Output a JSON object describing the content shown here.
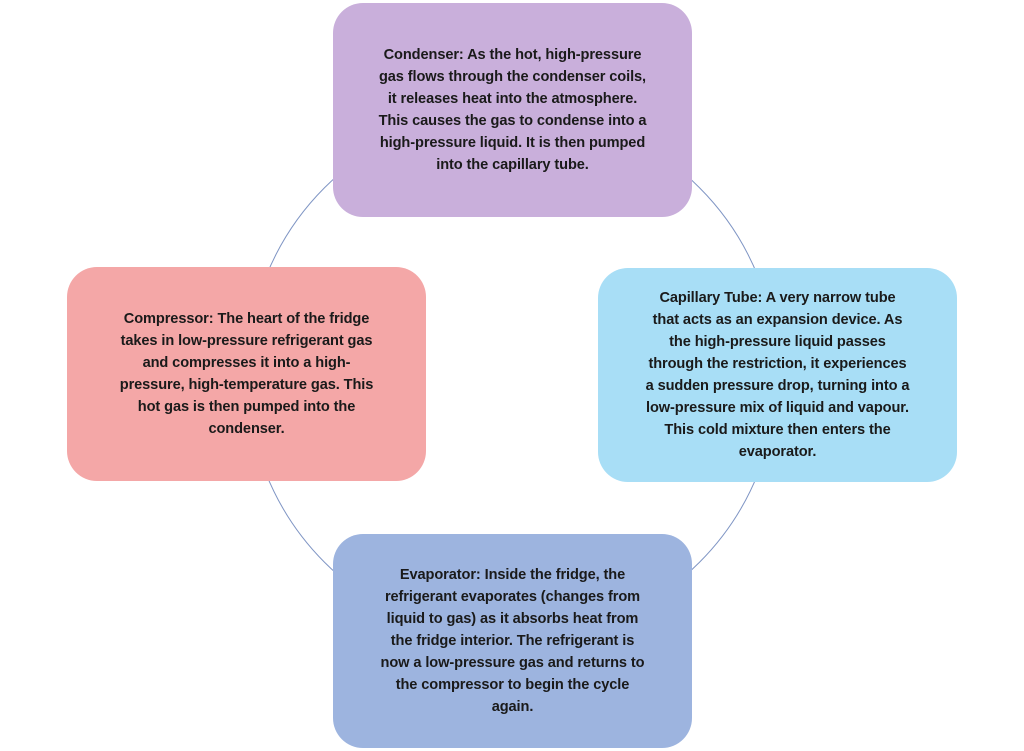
{
  "diagram": {
    "colors": {
      "condenser": "#C9AFDB",
      "compressor": "#F4A7A7",
      "capillary": "#A8DEF6",
      "evaporator": "#9DB4DF",
      "ring": "#7F95C4"
    },
    "stages": {
      "condenser": {
        "lines": [
          "Condenser: As the hot, high-pressure",
          "gas flows through the condenser coils,",
          "it releases heat into the atmosphere.",
          "This causes the gas to condense into a",
          "high-pressure liquid. It is then pumped",
          "into the capillary tube."
        ]
      },
      "capillary": {
        "lines": [
          "Capillary Tube: A very narrow tube",
          "that acts as an expansion device. As",
          "the high-pressure liquid passes",
          "through the restriction, it experiences",
          "a sudden pressure drop, turning into a",
          "low-pressure mix of liquid and vapour.",
          "This cold mixture then enters the",
          "evaporator."
        ]
      },
      "evaporator": {
        "lines": [
          "Evaporator:  Inside the fridge, the",
          "refrigerant evaporates (changes from",
          "liquid to gas) as it absorbs heat from",
          "the fridge interior. The refrigerant is",
          "now a low-pressure gas and returns to",
          "the compressor to begin the cycle",
          "again."
        ]
      },
      "compressor": {
        "lines": [
          "Compressor: The heart of the fridge",
          "takes in low-pressure refrigerant gas",
          "and compresses it into a high-",
          "pressure, high-temperature gas. This",
          "hot gas is then pumped into the",
          "condenser."
        ]
      }
    }
  }
}
